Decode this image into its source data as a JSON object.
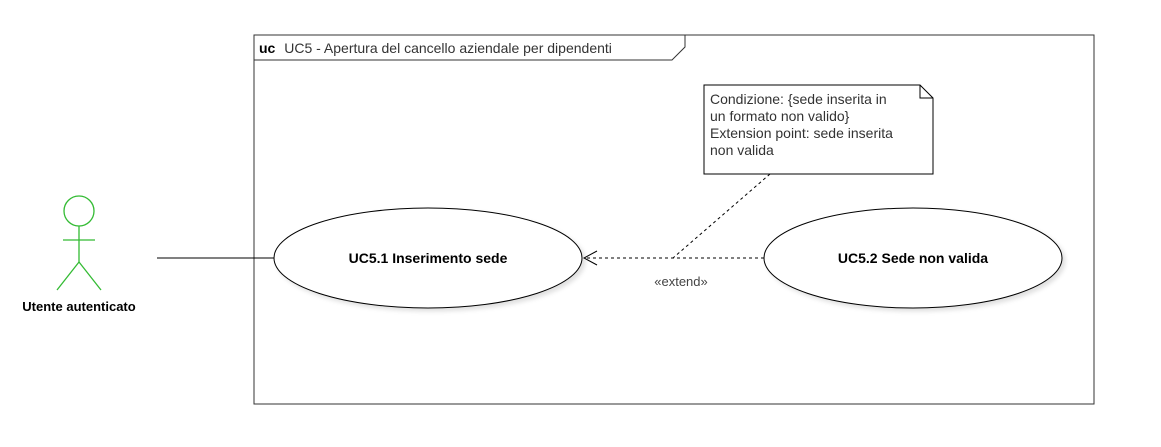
{
  "frame": {
    "keyword": "uc",
    "title": "UC5 - Apertura del cancello aziendale per dipendenti"
  },
  "actor": {
    "name": "Utente autenticato",
    "color": "#33bb33"
  },
  "use_cases": [
    {
      "id": "uc51",
      "label": "UC5.1 Inserimento sede"
    },
    {
      "id": "uc52",
      "label": "UC5.2 Sede non valida"
    }
  ],
  "relationship": {
    "stereotype": "«extend»"
  },
  "note": {
    "lines": [
      "Condizione: {sede inserita in",
      "un formato non valido}",
      "Extension point: sede inserita",
      "non valida"
    ]
  }
}
